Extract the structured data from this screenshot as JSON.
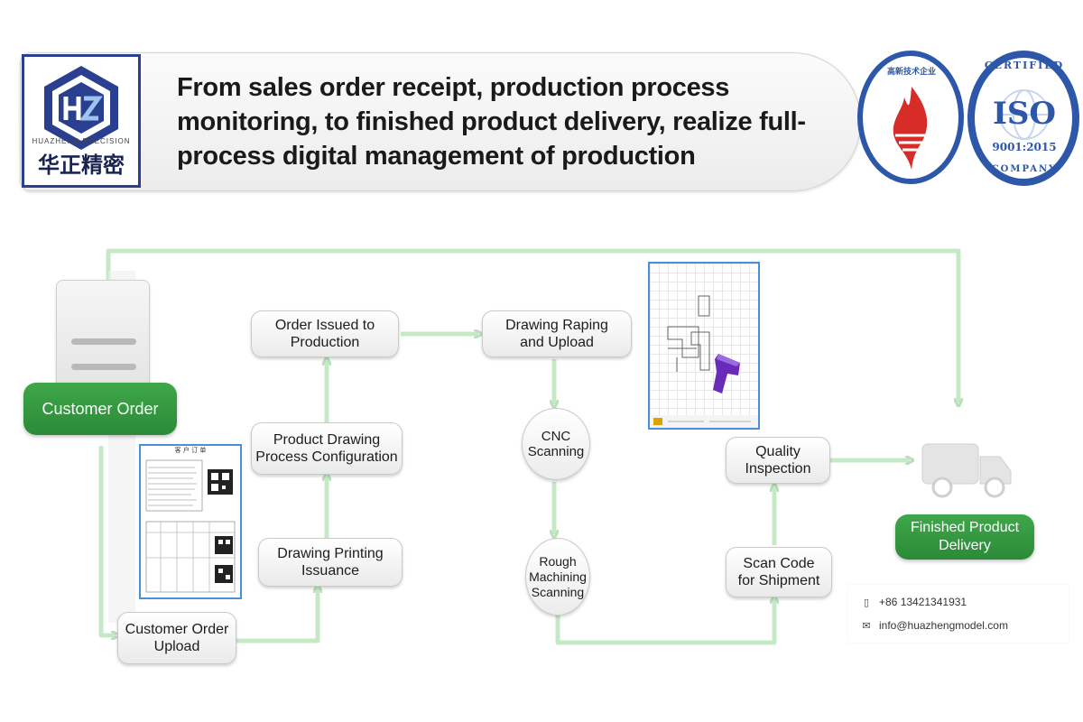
{
  "header": {
    "headline": "From sales order receipt, production process monitoring, to finished product delivery, realize full-process digital management of production",
    "logo_en": "HUAZHENG PRECISION",
    "logo_cn": "华正精密"
  },
  "certificates": {
    "seal_text": "高新技术企业",
    "iso_top": "CERTIFIED",
    "iso_mark": "ISO",
    "iso_std": "9001:2015",
    "iso_bottom": "COMPANY"
  },
  "flow": {
    "customer_order": "Customer Order",
    "customer_order_upload": "Customer Order\nUpload",
    "drawing_printing": "Drawing Printing\nIssuance",
    "product_drawing": "Product Drawing\nProcess Configuration",
    "order_issued": "Order Issued to\nProduction",
    "drawing_raping": "Drawing Raping\nand Upload",
    "cnc_scanning": "CNC\nScanning",
    "rough_machining": "Rough\nMachining\nScanning",
    "scan_code": "Scan Code\nfor Shipment",
    "quality_inspection": "Quality\nInspection",
    "finished_delivery": "Finished Product\nDelivery"
  },
  "form_thumbnail": {
    "title": "客 户 订 单"
  },
  "contact": {
    "phone": "+86 13421341931",
    "email": "info@huazhengmodel.com"
  },
  "colors": {
    "accent_green": "#2f9a3c",
    "connector_green": "#c5e8c6",
    "brand_blue": "#2a3f8f",
    "cert_blue": "#2d57a8"
  }
}
